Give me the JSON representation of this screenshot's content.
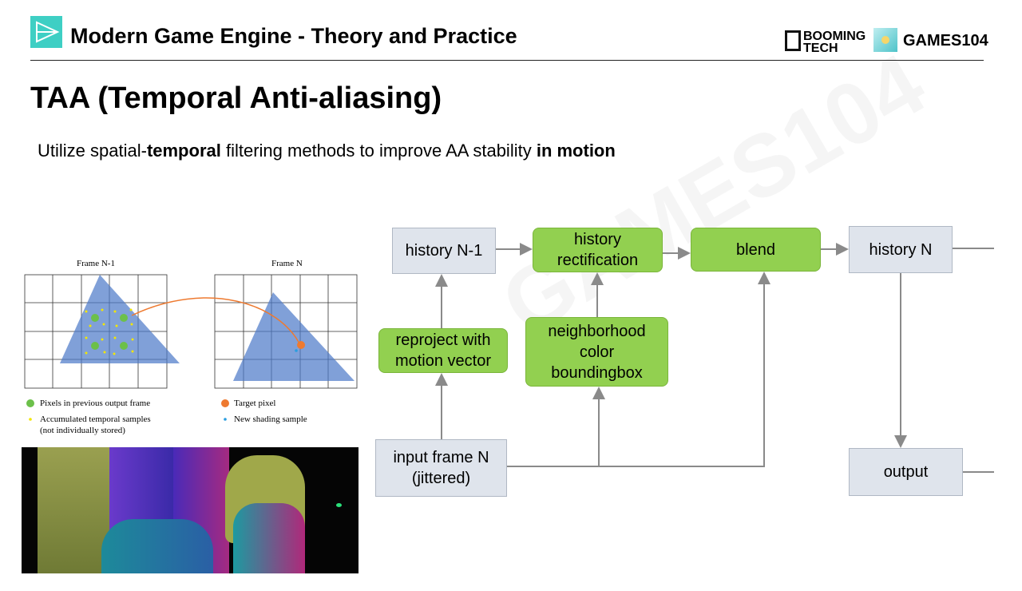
{
  "header": {
    "course_title": "Modern Game Engine - Theory and Practice",
    "brand1_line1": "BOOMING",
    "brand1_line2": "TECH",
    "brand2": "GAMES104"
  },
  "slide": {
    "title": "TAA (Temporal Anti-aliasing)",
    "subtitle": {
      "p1": "Utilize spatial-",
      "b1": "temporal",
      "p2": " filtering methods to improve AA stability ",
      "b2": "in motion"
    }
  },
  "figure": {
    "frame_prev": "Frame N-1",
    "frame_cur": "Frame N",
    "legend": {
      "pixels_prev": "Pixels in previous output frame",
      "accum_l1": "Accumulated temporal samples",
      "accum_l2": "(not individually stored)",
      "target": "Target pixel",
      "new_sample": "New shading sample"
    }
  },
  "flow": {
    "history_prev": "history N-1",
    "rectification_l1": "history",
    "rectification_l2": "rectification",
    "blend": "blend",
    "history_n": "history N",
    "reproject_l1": "reproject with",
    "reproject_l2": "motion vector",
    "neighborhood_l1": "neighborhood",
    "neighborhood_l2": "color",
    "neighborhood_l3": "boundingbox",
    "input_l1": "input frame N",
    "input_l2": "(jittered)",
    "output": "output"
  },
  "colors": {
    "accent": "#3ecfc4",
    "green": "#92d050",
    "gray": "#dfe4ec",
    "arrow": "#8a8a8a"
  }
}
